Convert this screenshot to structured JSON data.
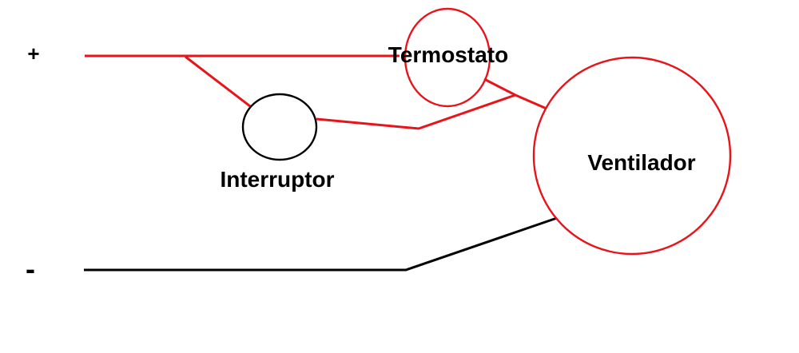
{
  "diagram": {
    "kind": "wiring-circuit-sketch"
  },
  "terminals": {
    "positive_label": "+",
    "negative_label": "-"
  },
  "components": {
    "thermostat": {
      "label": "Termostato"
    },
    "switch": {
      "label": "Interruptor"
    },
    "fan": {
      "label": "Ventilador"
    }
  },
  "colors": {
    "wire_live": "#e8141a",
    "wire_ground": "#000000",
    "canvas_background": "#ffffff"
  }
}
